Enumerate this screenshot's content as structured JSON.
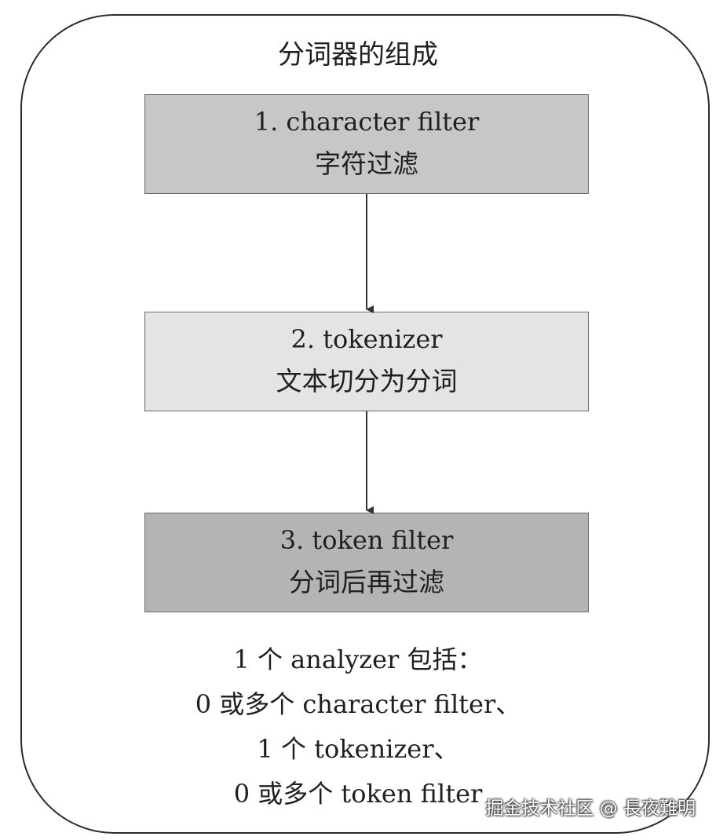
{
  "title": "分词器的组成",
  "steps": [
    {
      "name": "1. character filter",
      "desc": "字符过滤"
    },
    {
      "name": "2. tokenizer",
      "desc": "文本切分为分词"
    },
    {
      "name": "3. token filter",
      "desc": "分词后再过滤"
    }
  ],
  "notes": [
    "1 个 analyzer 包括：",
    "0 或多个 character filter、",
    "1 个 tokenizer、",
    "0 或多个 token filter"
  ],
  "watermark": "掘金技术社区 @ 長夜難明",
  "colors": {
    "step1_fill": "#c7c7c7",
    "step2_fill": "#e4e4e4",
    "step3_fill": "#b4b4b4",
    "border": "#2b2b2b"
  }
}
